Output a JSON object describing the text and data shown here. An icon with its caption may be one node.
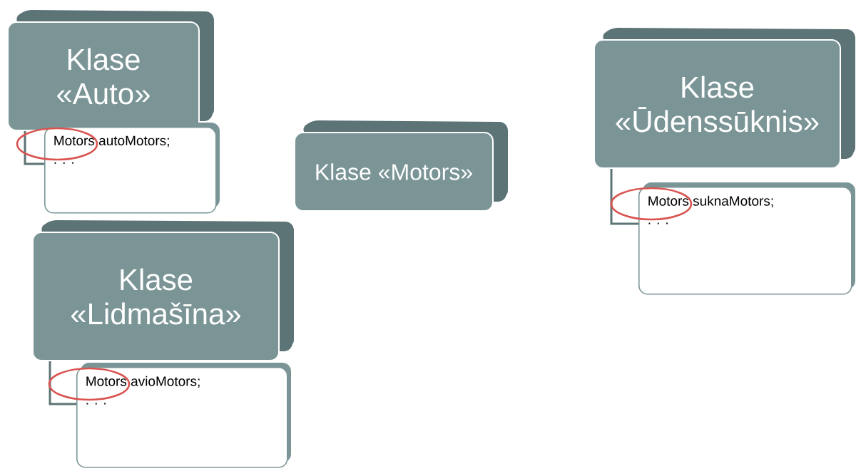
{
  "diagram": {
    "nodes": [
      {
        "text": [
          "Klase «Auto»"
        ]
      },
      {
        "text": [
          "Motors autoMotors;",
          ". . ."
        ]
      },
      {
        "text": [
          "Klase «Lidmašīna»"
        ]
      },
      {
        "text": [
          "Motors avioMotors;",
          ". . ."
        ]
      },
      {
        "text": [
          "Klase «Motors»"
        ]
      },
      {
        "text": [
          "Klase «Ūdenssūknis»"
        ]
      },
      {
        "text": [
          "Motors suknaMotors;",
          ". . ."
        ]
      }
    ],
    "edges": [
      {
        "from": 0,
        "to": 1,
        "arrow": "none"
      },
      {
        "from": 2,
        "to": 3,
        "arrow": "none"
      },
      {
        "from": 5,
        "to": 6,
        "arrow": "none"
      }
    ]
  }
}
